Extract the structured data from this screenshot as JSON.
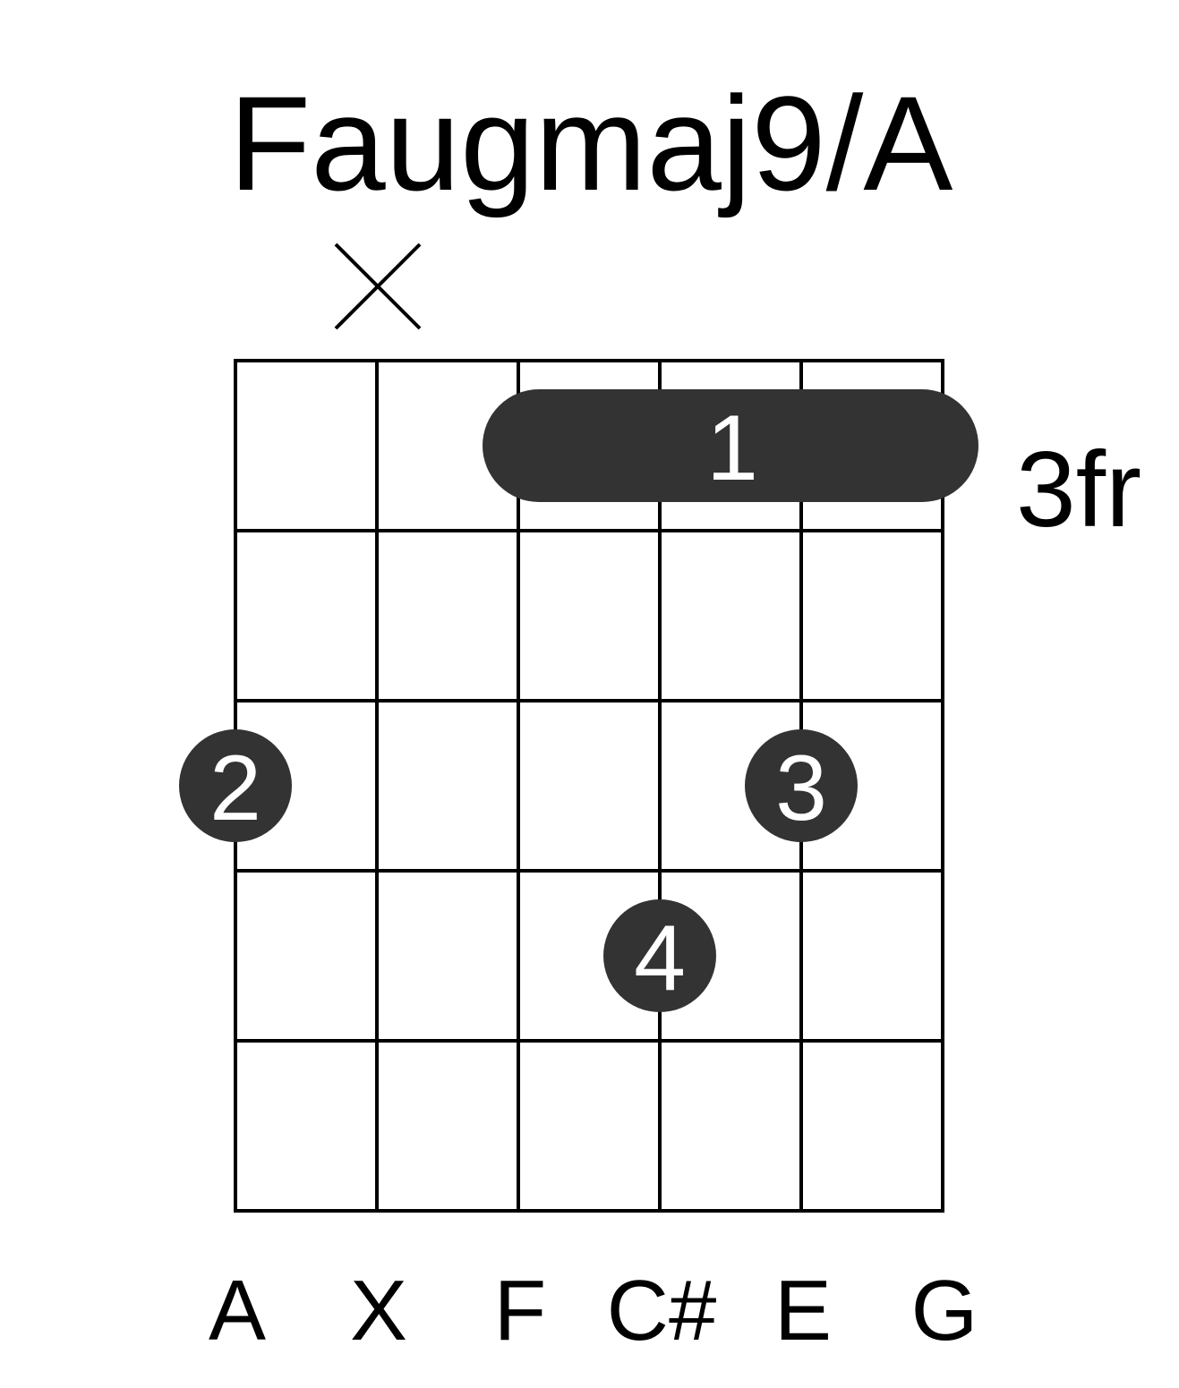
{
  "chord": {
    "name": "Faugmaj9/A",
    "position_label": "3fr",
    "base_fret": 3,
    "num_strings": 6,
    "num_frets": 5
  },
  "string_notes": [
    "A",
    "X",
    "F",
    "C#",
    "E",
    "G"
  ],
  "muted_strings": [
    2
  ],
  "barre": {
    "fret": 1,
    "from_string": 3,
    "to_string": 6,
    "finger": "1"
  },
  "dots": [
    {
      "string": 1,
      "fret": 3,
      "finger": "2"
    },
    {
      "string": 5,
      "fret": 3,
      "finger": "3"
    },
    {
      "string": 4,
      "fret": 4,
      "finger": "4"
    }
  ],
  "colors": {
    "ink": "#000000",
    "marker": "#333333",
    "marker_text": "#ffffff"
  }
}
